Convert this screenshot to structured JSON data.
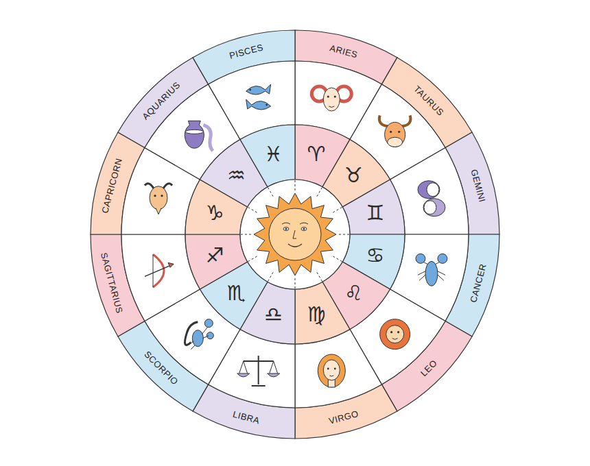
{
  "diagram": {
    "labels": [
      "ARIES",
      "TAURUS",
      "GEMINI",
      "CANCER",
      "LEO",
      "VIRGO",
      "LIBRA",
      "SCORPIO",
      "SAGITTARIUS",
      "CAPRICORN",
      "AQUARIUS",
      "PISCES",
      "♈",
      "♉",
      "♊",
      "♋",
      "♌",
      "♍",
      "♎",
      "♏",
      "♐",
      "♑",
      "♒",
      "♓"
    ]
  }
}
